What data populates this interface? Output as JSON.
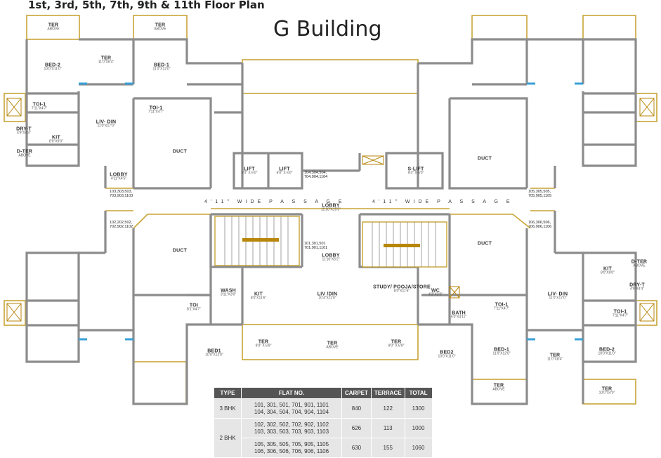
{
  "header": {
    "floors": "1st, 3rd, 5th, 7th, 9th & 11th Floor Plan",
    "building": "G Building"
  },
  "rooms": [
    {
      "name": "TER",
      "dim": "ABOVE"
    },
    {
      "name": "TER",
      "dim": "ABOVE"
    },
    {
      "name": "TER",
      "dim": "11'0\"X8'4\""
    },
    {
      "name": "BED-2",
      "dim": "10'0\"X11'0\""
    },
    {
      "name": "BED-1",
      "dim": "11'0\"X12'0\""
    },
    {
      "name": "TOI-1",
      "dim": "7'11\"X4'7\""
    },
    {
      "name": "TOI-1",
      "dim": "7'11\"X4'7\""
    },
    {
      "name": "LIV- DIN",
      "dim": "11'0\"X17'0\""
    },
    {
      "name": "DRY-T",
      "dim": "4'9\"X4'3\""
    },
    {
      "name": "KIT",
      "dim": "8'0\"X9'0\""
    },
    {
      "name": "D-TER",
      "dim": "ABOVE"
    },
    {
      "name": "DUCT",
      "dim": ""
    },
    {
      "name": "LIFT",
      "dim": "6'0\" X 6'0\""
    },
    {
      "name": "LIFT",
      "dim": "6'0\" X 6'0\""
    },
    {
      "name": "S-LIFT",
      "dim": "9'4\" X 6'0\""
    },
    {
      "name": "DUCT",
      "dim": ""
    },
    {
      "name": "LOBBY",
      "dim": "4'11\"X4'5\""
    },
    {
      "name": "LOBBY",
      "dim": "11'10\"X15'5\""
    },
    {
      "name": "DUCT",
      "dim": ""
    },
    {
      "name": "DUCT",
      "dim": ""
    },
    {
      "name": "LOBBY",
      "dim": "11'10\"X5'2\""
    },
    {
      "name": "WASH",
      "dim": "3'11\"X3'0\""
    },
    {
      "name": "KIT",
      "dim": "8'0\"X11'6\""
    },
    {
      "name": "LIV /DIN",
      "dim": "20'4\"X11'0\""
    },
    {
      "name": "STUDY/ POOJA/STORE",
      "dim": "8'0\"X11'6\""
    },
    {
      "name": "WC",
      "dim": "4'3\"X3'3\""
    },
    {
      "name": "BATH",
      "dim": "5'0\"X4'11\""
    },
    {
      "name": "TOI",
      "dim": "8'1\"X4'7\""
    },
    {
      "name": "TOI-1",
      "dim": "7'11\"X4'7\""
    },
    {
      "name": "LIV- DIN",
      "dim": "11'0\"X17'0\""
    },
    {
      "name": "KIT",
      "dim": "8'0\"X9'0\""
    },
    {
      "name": "D-TER",
      "dim": "ABOVE"
    },
    {
      "name": "DRY-T",
      "dim": "4'9\"X4'4\""
    },
    {
      "name": "TOI-1",
      "dim": "7'11\"X4'7\""
    },
    {
      "name": "BED1",
      "dim": "10'0\"X12'0\""
    },
    {
      "name": "TER",
      "dim": "9'0\" X 6'9\""
    },
    {
      "name": "TER",
      "dim": "ABOVE"
    },
    {
      "name": "TER",
      "dim": "9'0\" X 6'9\""
    },
    {
      "name": "BED2",
      "dim": "10'0\"X11'0\""
    },
    {
      "name": "BED-1",
      "dim": "11'0\"X12'0\""
    },
    {
      "name": "TER",
      "dim": "11'0\"X8'4\""
    },
    {
      "name": "BED-2",
      "dim": "10'0\"X11'0\""
    },
    {
      "name": "TER",
      "dim": "ABOVE"
    },
    {
      "name": "TER",
      "dim": "10'0\"X4'0\""
    }
  ],
  "flat_notes": [
    "104,304,504, 704,904,1104",
    "103,303,503, 703,903,1103",
    "105,305,505, 705,905,1105",
    "102,202,502, 702,902,1102",
    "106,306,506, 706,906,1106",
    "101,301,501 701,901,1101"
  ],
  "passages": [
    "4'11\" WIDE  P A S S A G E",
    "4'11\" WIDE  P A S S A G E"
  ],
  "table": {
    "headers": [
      "TYPE",
      "FLAT NO.",
      "CARPET",
      "TERRACE",
      "TOTAL"
    ],
    "rows": [
      {
        "type": "3 BHK",
        "flats": [
          "101, 301, 501, 701, 901, 1101",
          "104, 304, 504, 704, 904, 1104"
        ],
        "carpet": "840",
        "terrace": "122",
        "total": "1300"
      },
      {
        "type": "2 BHK",
        "flats": [
          "102, 302, 502, 702, 902, 1102",
          "103, 303, 503, 703, 903, 1103"
        ],
        "carpet": "626",
        "terrace": "113",
        "total": "1000"
      },
      {
        "type": "",
        "flats": [
          "105, 305, 505, 705, 905, 1105",
          "106, 306, 506, 706, 906, 1106"
        ],
        "carpet": "630",
        "terrace": "155",
        "total": "1060"
      }
    ]
  },
  "colors": {
    "wall": "#8c8c8c",
    "terrace": "#c8a437",
    "stair": "#b8860b",
    "window": "#3aa0d8"
  }
}
